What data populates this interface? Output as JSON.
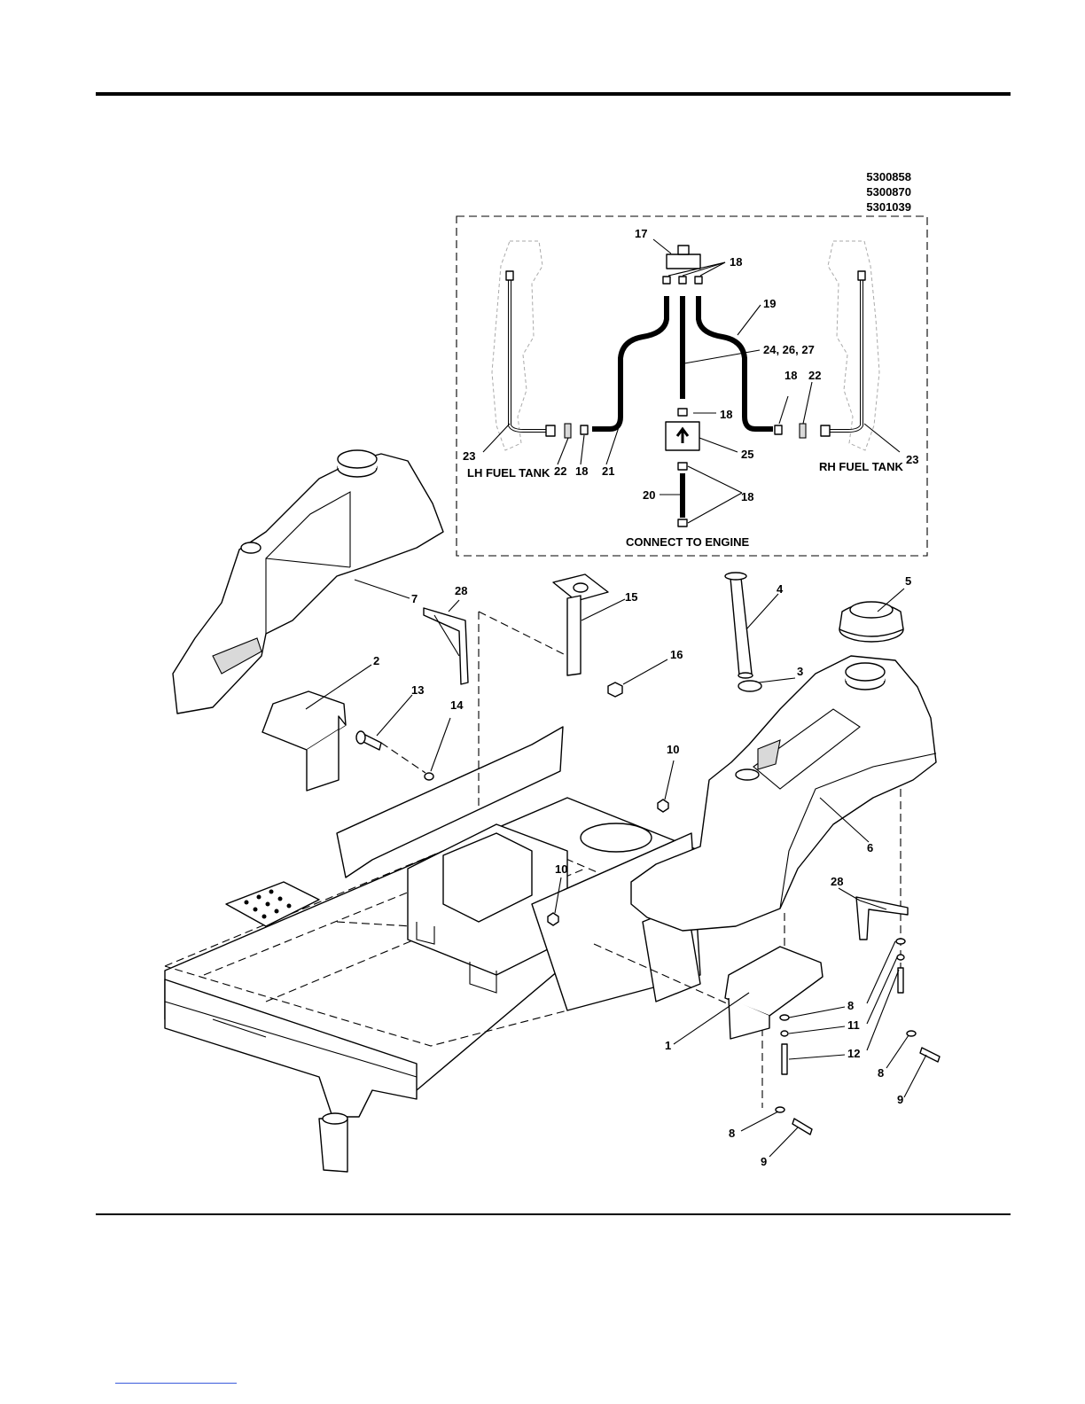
{
  "header": {
    "part_numbers": [
      "5300858",
      "5300870",
      "5301039"
    ]
  },
  "inset": {
    "lh_tank_label": "LH FUEL TANK",
    "rh_tank_label": "RH FUEL TANK",
    "engine_label": "CONNECT TO ENGINE"
  },
  "callouts": {
    "c17": "17",
    "c18a": "18",
    "c19": "19",
    "c24": "24, 26, 27",
    "c18b": "18",
    "c22r": "22",
    "c18c": "18",
    "c25": "25",
    "c23l": "23",
    "c22l": "22",
    "c18d": "18",
    "c21": "21",
    "c23r": "23",
    "c20": "20",
    "c18e": "18",
    "c7": "7",
    "c28a": "28",
    "c15": "15",
    "c4": "4",
    "c5": "5",
    "c16": "16",
    "c2": "2",
    "c13": "13",
    "c14": "14",
    "c3": "3",
    "c10a": "10",
    "c6": "6",
    "c10b": "10",
    "c28b": "28",
    "c8a": "8",
    "c11": "11",
    "c1": "1",
    "c12": "12",
    "c8b": "8",
    "c9a": "9",
    "c8c": "8",
    "c9b": "9"
  },
  "colors": {
    "ink": "#000000",
    "link": "#3b5bdb"
  }
}
